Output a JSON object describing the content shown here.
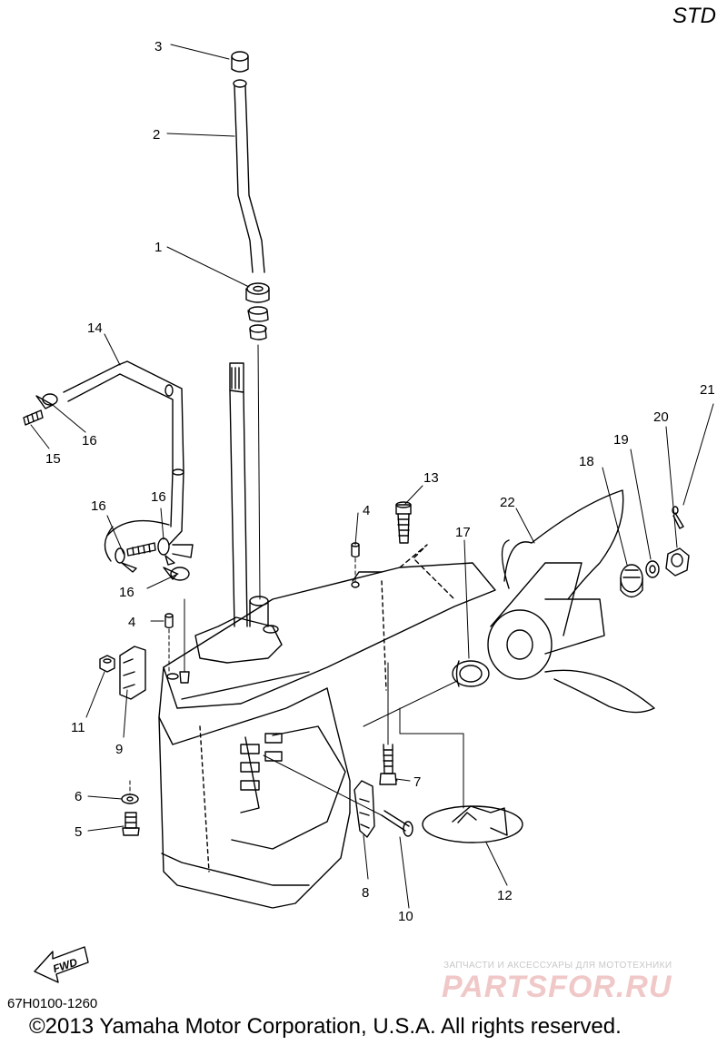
{
  "header": {
    "variant": "STD"
  },
  "diagram": {
    "callouts": {
      "c1": "1",
      "c2": "2",
      "c3": "3",
      "c4a": "4",
      "c4b": "4",
      "c5": "5",
      "c6": "6",
      "c7": "7",
      "c8": "8",
      "c9": "9",
      "c10": "10",
      "c11": "11",
      "c12": "12",
      "c13": "13",
      "c14": "14",
      "c15": "15",
      "c16a": "16",
      "c16b": "16",
      "c16c": "16",
      "c16d": "16",
      "c17": "17",
      "c18": "18",
      "c19": "19",
      "c20": "20",
      "c21": "21",
      "c22": "22"
    },
    "fwd_label": "FWD"
  },
  "footer": {
    "code": "67H0100-1260",
    "copyright": "©2013 Yamaha Motor Corporation, U.S.A. All rights reserved."
  },
  "watermark": {
    "tagline": "ЗАПЧАСТИ И АКСЕССУАРЫ ДЛЯ МОТОТЕХНИКИ",
    "brand": "PARTSFOR.RU"
  },
  "colors": {
    "line": "#000000",
    "background": "#ffffff",
    "watermark": "#f0c8c8"
  }
}
